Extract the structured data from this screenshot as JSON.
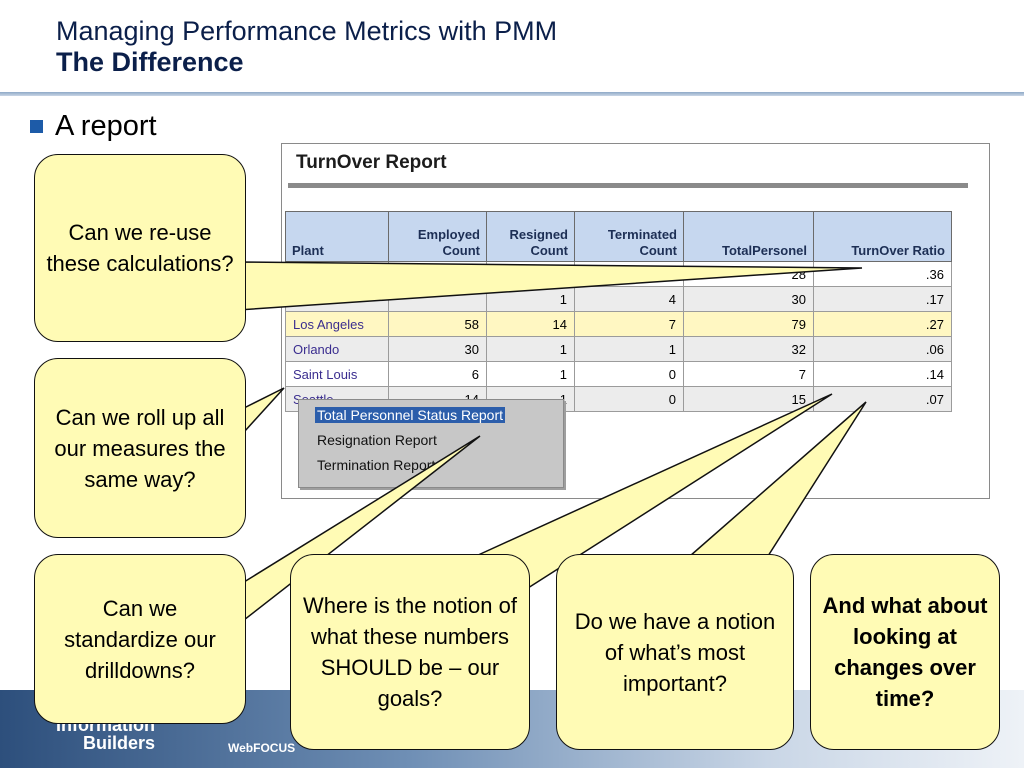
{
  "slide": {
    "title": "Managing Performance Metrics with PMM",
    "subtitle": "The Difference",
    "bullet": "A report"
  },
  "report": {
    "title": "TurnOver Report",
    "columns": [
      "Plant",
      "Employed Count",
      "Resigned Count",
      "Terminated Count",
      "TotalPersonel",
      "TurnOver Ratio"
    ],
    "rows": [
      {
        "plant": "",
        "employed": "",
        "resigned": "",
        "terminated": "",
        "total": "28",
        "ratio": ".36"
      },
      {
        "plant": "",
        "employed": "",
        "resigned": "1",
        "terminated": "4",
        "total": "30",
        "ratio": ".17"
      },
      {
        "plant": "Los Angeles",
        "employed": "58",
        "resigned": "14",
        "terminated": "7",
        "total": "79",
        "ratio": ".27"
      },
      {
        "plant": "Orlando",
        "employed": "30",
        "resigned": "1",
        "terminated": "1",
        "total": "32",
        "ratio": ".06"
      },
      {
        "plant": "Saint Louis",
        "employed": "6",
        "resigned": "1",
        "terminated": "0",
        "total": "7",
        "ratio": ".14"
      },
      {
        "plant": "Seattle",
        "employed": "14",
        "resigned": "1",
        "terminated": "0",
        "total": "15",
        "ratio": ".07"
      }
    ]
  },
  "menu": {
    "items": [
      "Total Personnel Status Report",
      "Resignation Report",
      "Termination Report"
    ]
  },
  "callouts": {
    "reuse": "Can we re-use these calculations?",
    "rollup": "Can we roll up all our measures the same way?",
    "drilldowns": "Can we standardize our drilldowns?",
    "goals": "Where is the notion of what these numbers SHOULD be – our goals?",
    "important": "Do we have a notion of what’s most important?",
    "overtime": "And what about looking at changes over time?"
  },
  "footer": {
    "logo_line1": "Information",
    "logo_line2": "Builders",
    "product": "WebFOCUS"
  },
  "colors": {
    "callout_fill": "#fffbb5",
    "header_fill": "#c6d7ef",
    "highlight_row": "#fff7c2",
    "menu_selected": "#2c5eab"
  }
}
